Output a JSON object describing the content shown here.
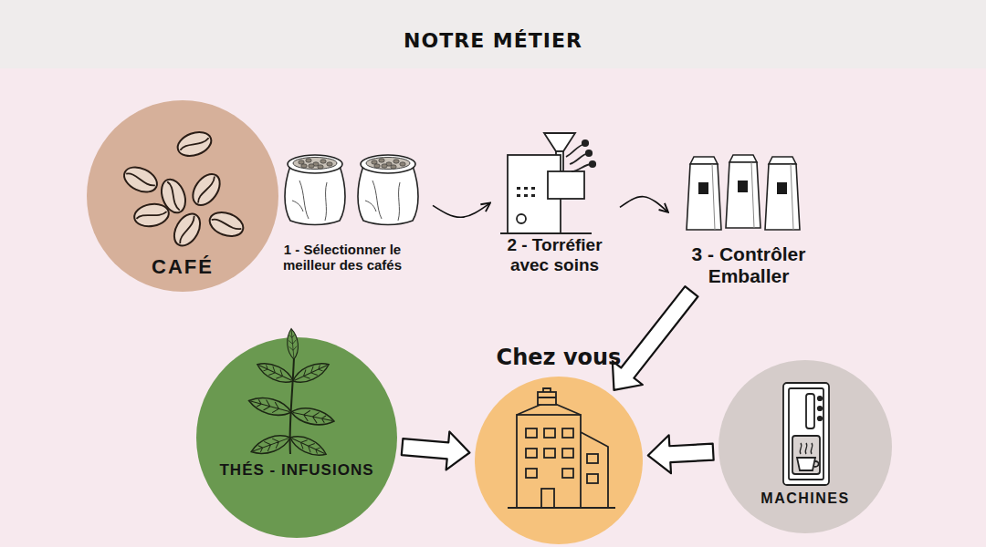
{
  "diagram": {
    "title": "NOTRE MÉTIER",
    "nodes": [
      {
        "text": [
          "CAFÉ"
        ]
      },
      {
        "text": [
          "1 - Sélectionner le meilleur des cafés"
        ]
      },
      {
        "text": [
          "2 - Torréfier avec soins"
        ]
      },
      {
        "text": [
          "3 - Contrôler Emballer"
        ]
      },
      {
        "text": [
          "THÉS - INFUSIONS"
        ]
      },
      {
        "text": [
          "Chez vous"
        ]
      },
      {
        "text": [
          "MACHINES"
        ]
      }
    ],
    "edges": [
      {
        "from": 1,
        "to": 2,
        "arrow": "to"
      },
      {
        "from": 2,
        "to": 3,
        "arrow": "to"
      },
      {
        "from": 3,
        "to": 5,
        "arrow": "to"
      },
      {
        "from": 4,
        "to": 5,
        "arrow": "to"
      },
      {
        "from": 6,
        "to": 5,
        "arrow": "to"
      }
    ]
  }
}
